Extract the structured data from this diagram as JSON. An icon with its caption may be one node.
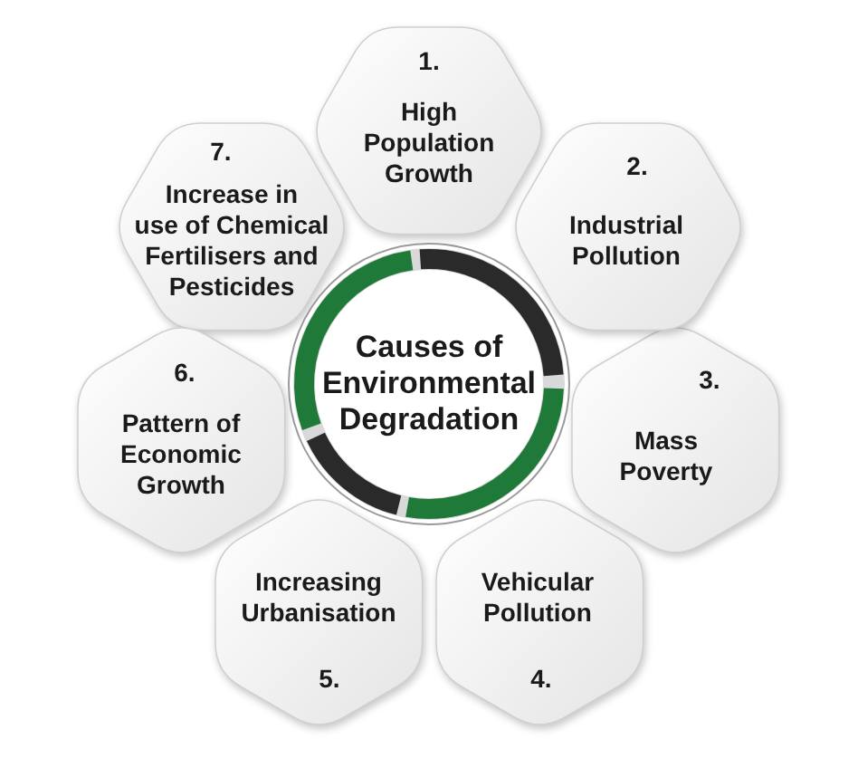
{
  "diagram": {
    "nodes": [
      {
        "text": [
          "Causes of Environmental Degradation"
        ]
      },
      {
        "text": [
          "1.",
          "High Population Growth"
        ]
      },
      {
        "text": [
          "2.",
          "Industrial Pollution"
        ]
      },
      {
        "text": [
          "3.",
          "Mass Poverty"
        ]
      },
      {
        "text": [
          "Vehicular Pollution",
          "4."
        ]
      },
      {
        "text": [
          "Increasing Urbanisation",
          "5."
        ]
      },
      {
        "text": [
          "6.",
          "Pattern of Economic Growth"
        ]
      },
      {
        "text": [
          "7.",
          "Increase in use of Chemical Fertilisers and Pesticides"
        ]
      }
    ]
  }
}
